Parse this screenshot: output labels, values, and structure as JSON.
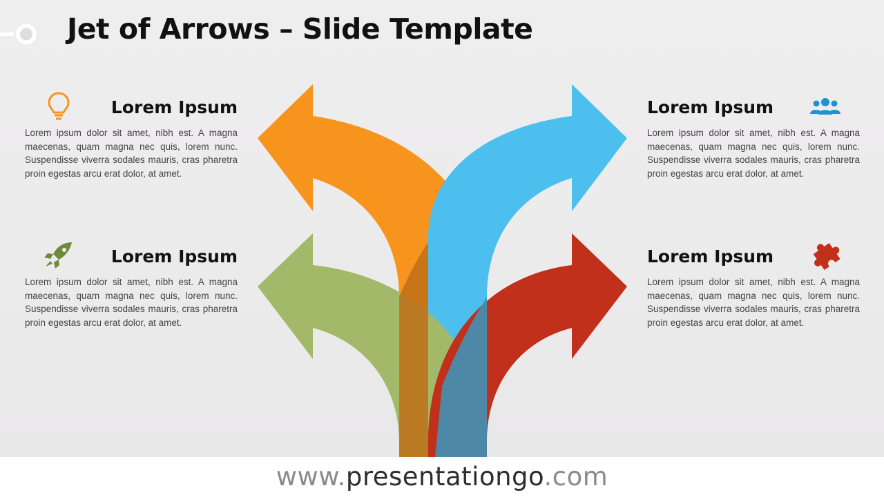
{
  "slide": {
    "title": "Jet of Arrows – Slide Template"
  },
  "blocks": [
    {
      "heading": "Lorem Ipsum",
      "text": "Lorem ipsum dolor sit amet, nibh est. A magna maecenas, quam magna nec quis, lorem nunc. Suspendisse viverra sodales mauris, cras pharetra proin egestas arcu erat dolor, at amet.",
      "icon": "lightbulb-icon",
      "color": "#F7941D"
    },
    {
      "heading": "Lorem Ipsum",
      "text": "Lorem ipsum dolor sit amet, nibh est. A magna maecenas, quam magna nec quis, lorem nunc. Suspendisse viverra sodales mauris, cras pharetra proin egestas arcu erat dolor, at amet.",
      "icon": "people-icon",
      "color": "#4DBFEF"
    },
    {
      "heading": "Lorem Ipsum",
      "text": "Lorem ipsum dolor sit amet, nibh est. A magna maecenas, quam magna nec quis, lorem nunc. Suspendisse viverra sodales mauris, cras pharetra proin egestas arcu erat dolor, at amet.",
      "icon": "rocket-icon",
      "color": "#A2B969"
    },
    {
      "heading": "Lorem Ipsum",
      "text": "Lorem ipsum dolor sit amet, nibh est. A magna maecenas, quam magna nec quis, lorem nunc. Suspendisse viverra sodales mauris, cras pharetra proin egestas arcu erat dolor, at amet.",
      "icon": "puzzle-icon",
      "color": "#C0301B"
    }
  ],
  "footer": {
    "prefix": "www.",
    "brand": "presentationgo",
    "suffix": ".com"
  }
}
